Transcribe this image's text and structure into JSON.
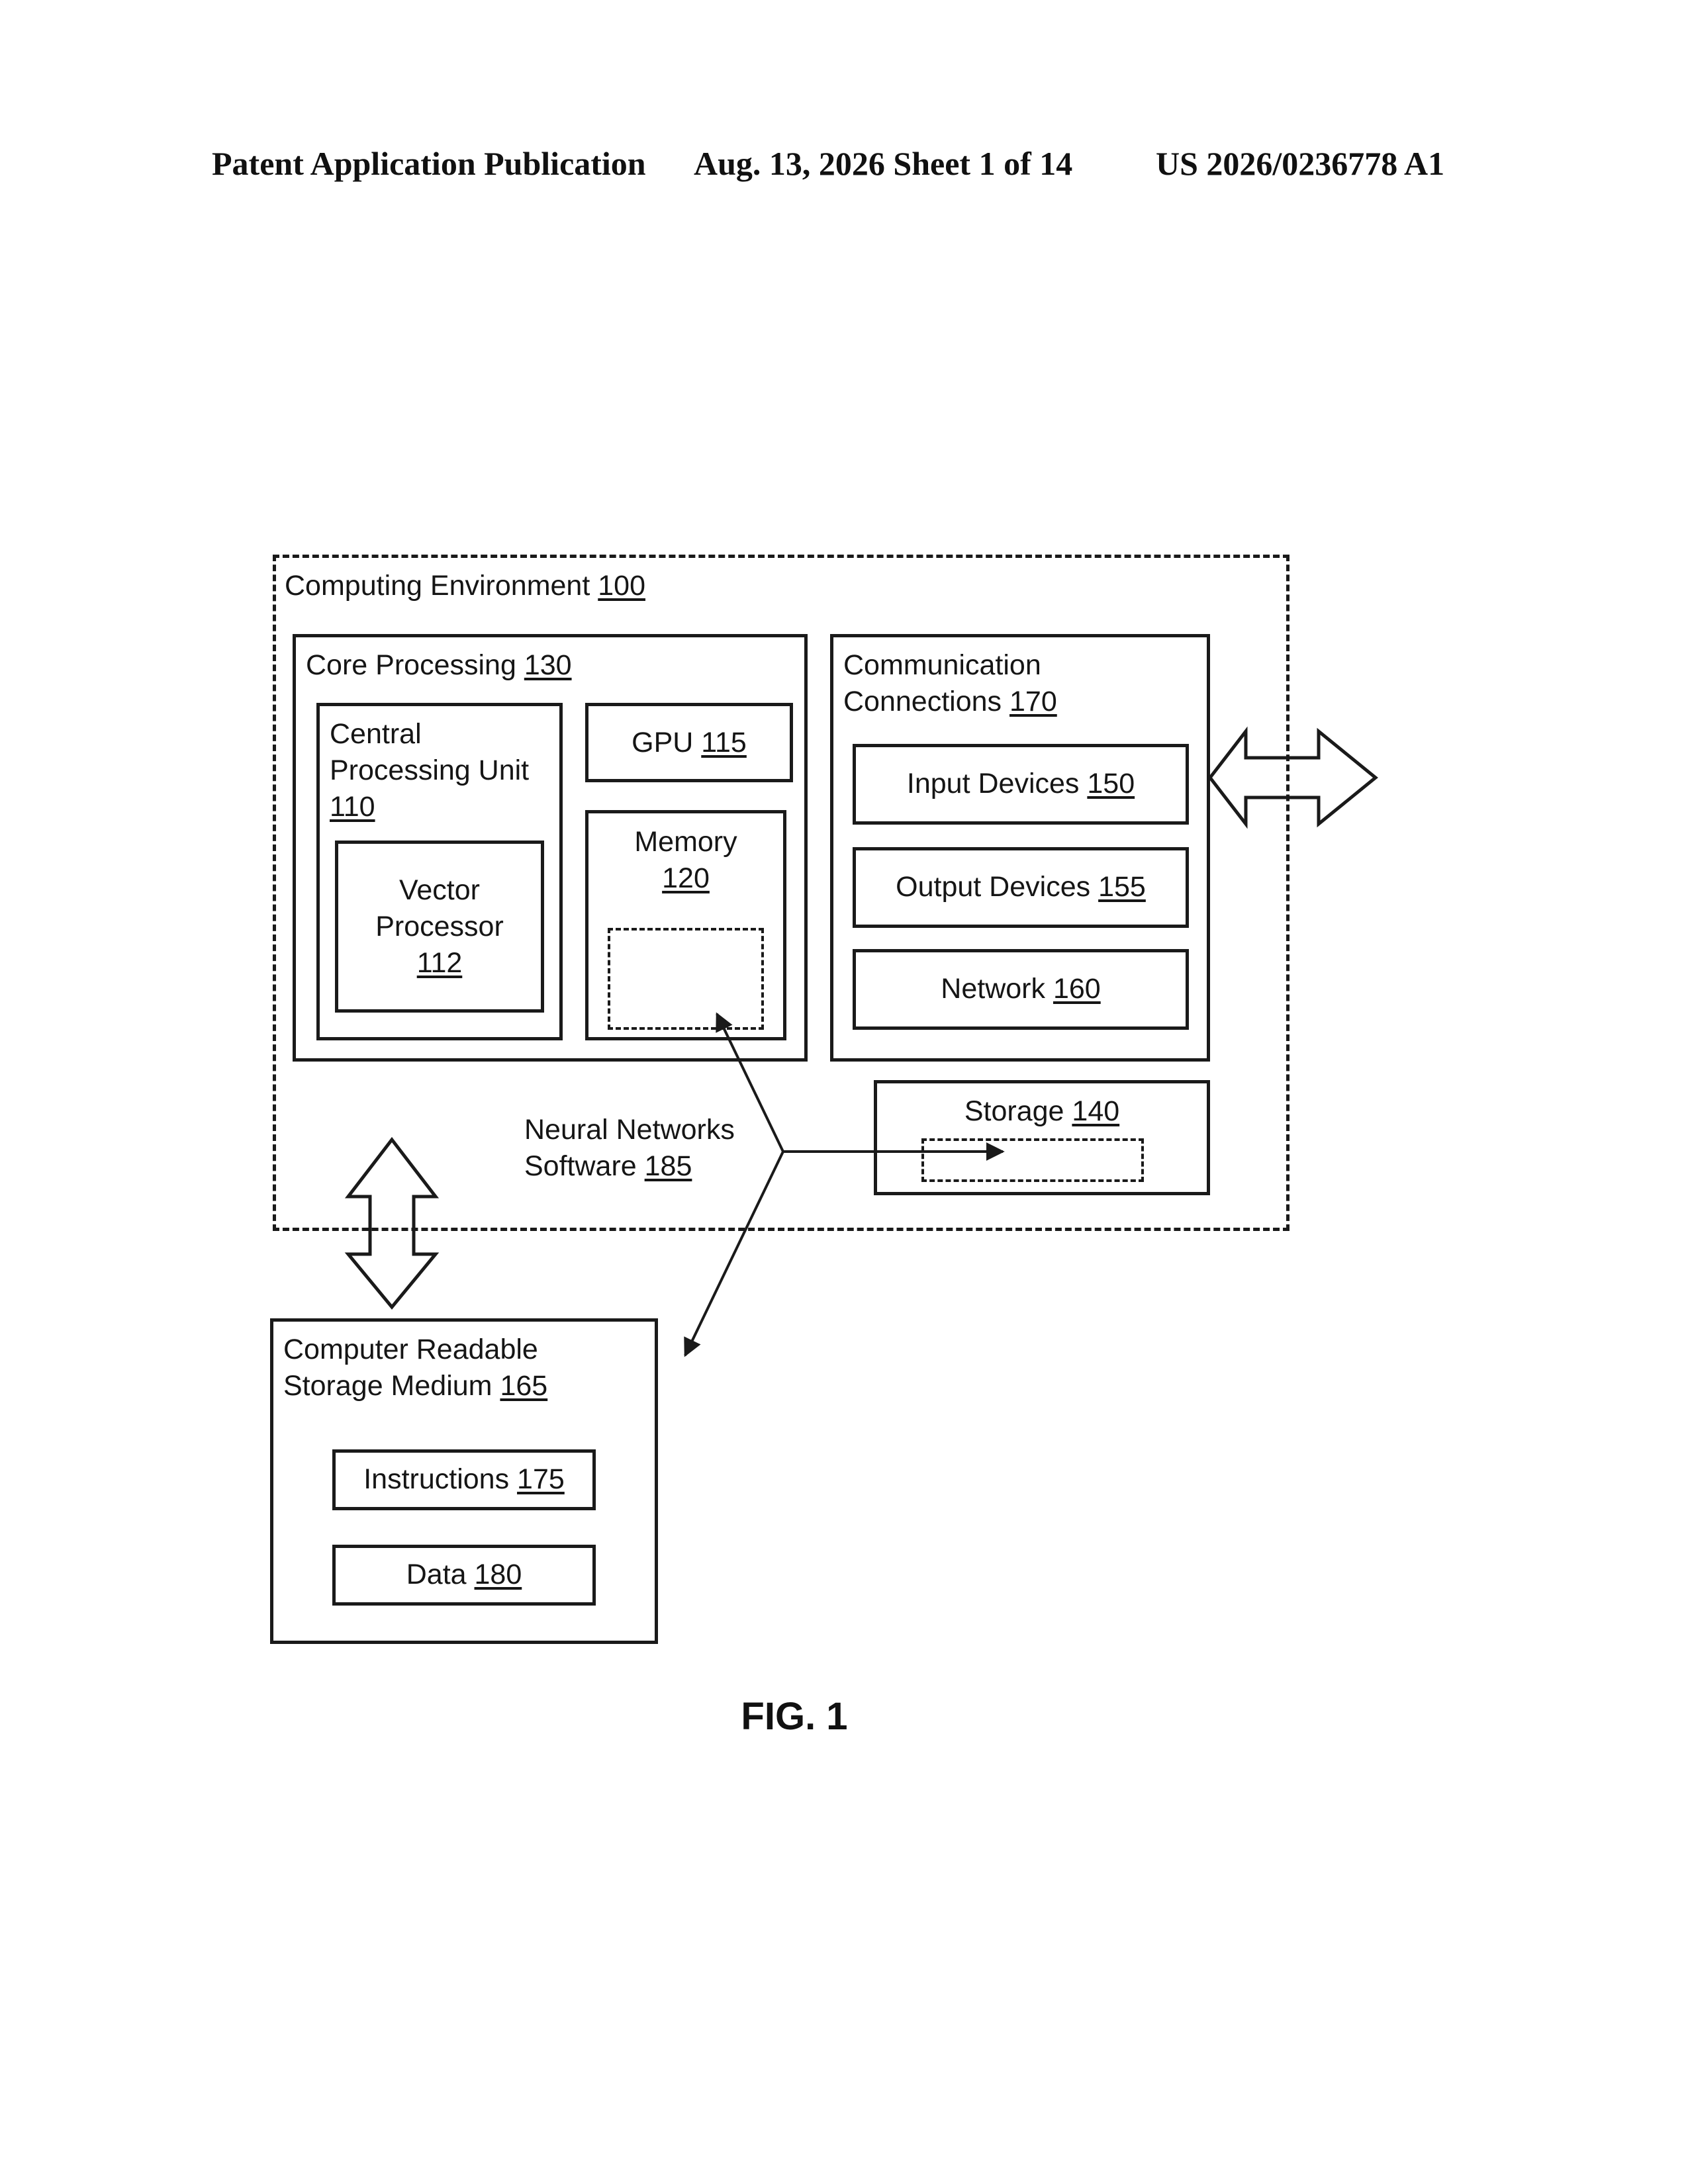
{
  "header": {
    "left": "Patent Application Publication",
    "date_sheet": "Aug. 13, 2026  Sheet 1 of 14",
    "number": "US 2026/0236778 A1"
  },
  "diagram": {
    "computing_environment": {
      "text": "Computing Environment ",
      "ref": "100"
    },
    "core_processing": {
      "text": "Core Processing ",
      "ref": "130"
    },
    "cpu": {
      "line1": "Central",
      "line2": "Processing Unit",
      "ref": "110"
    },
    "vector_processor": {
      "line1": "Vector",
      "line2": "Processor",
      "ref": "112"
    },
    "gpu": {
      "text": "GPU ",
      "ref": "115"
    },
    "memory": {
      "line1": "Memory",
      "ref": "120"
    },
    "communication": {
      "line1": "Communication",
      "line2": "Connections ",
      "ref": "170"
    },
    "input_devices": {
      "text": "Input Devices ",
      "ref": "150"
    },
    "output_devices": {
      "text": "Output Devices ",
      "ref": "155"
    },
    "network": {
      "text": "Network ",
      "ref": "160"
    },
    "storage": {
      "text": "Storage ",
      "ref": "140"
    },
    "neural_networks": {
      "line1": "Neural Networks",
      "line2": "Software ",
      "ref": "185"
    },
    "crsm": {
      "line1": "Computer Readable",
      "line2": "Storage Medium ",
      "ref": "165"
    },
    "instructions": {
      "text": "Instructions ",
      "ref": "175"
    },
    "data": {
      "text": "Data ",
      "ref": "180"
    }
  },
  "figure_label": "FIG. 1"
}
